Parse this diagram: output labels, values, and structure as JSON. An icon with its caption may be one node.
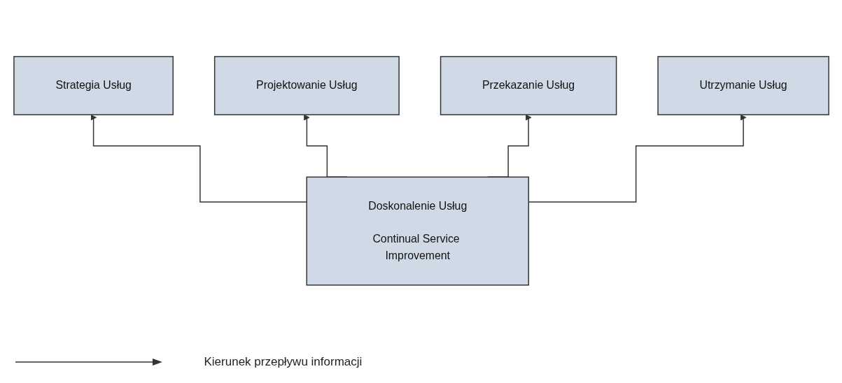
{
  "diagram": {
    "nodes": [
      {
        "text": [
          "Strategia Usług"
        ]
      },
      {
        "text": [
          "Projektowanie Usług"
        ]
      },
      {
        "text": [
          "Przekazanie Usług"
        ]
      },
      {
        "text": [
          "Utrzymanie Usług"
        ]
      },
      {
        "text": [
          "Doskonalenie Usług",
          "Continual Service Improvement"
        ]
      }
    ],
    "edges": [
      {
        "from": 4,
        "to": 0,
        "arrow": "to"
      },
      {
        "from": 4,
        "to": 1,
        "arrow": "to"
      },
      {
        "from": 4,
        "to": 2,
        "arrow": "to"
      },
      {
        "from": 4,
        "to": 3,
        "arrow": "to"
      }
    ],
    "legend": [
      {
        "text": "Kierunek przepływu informacji"
      }
    ]
  }
}
